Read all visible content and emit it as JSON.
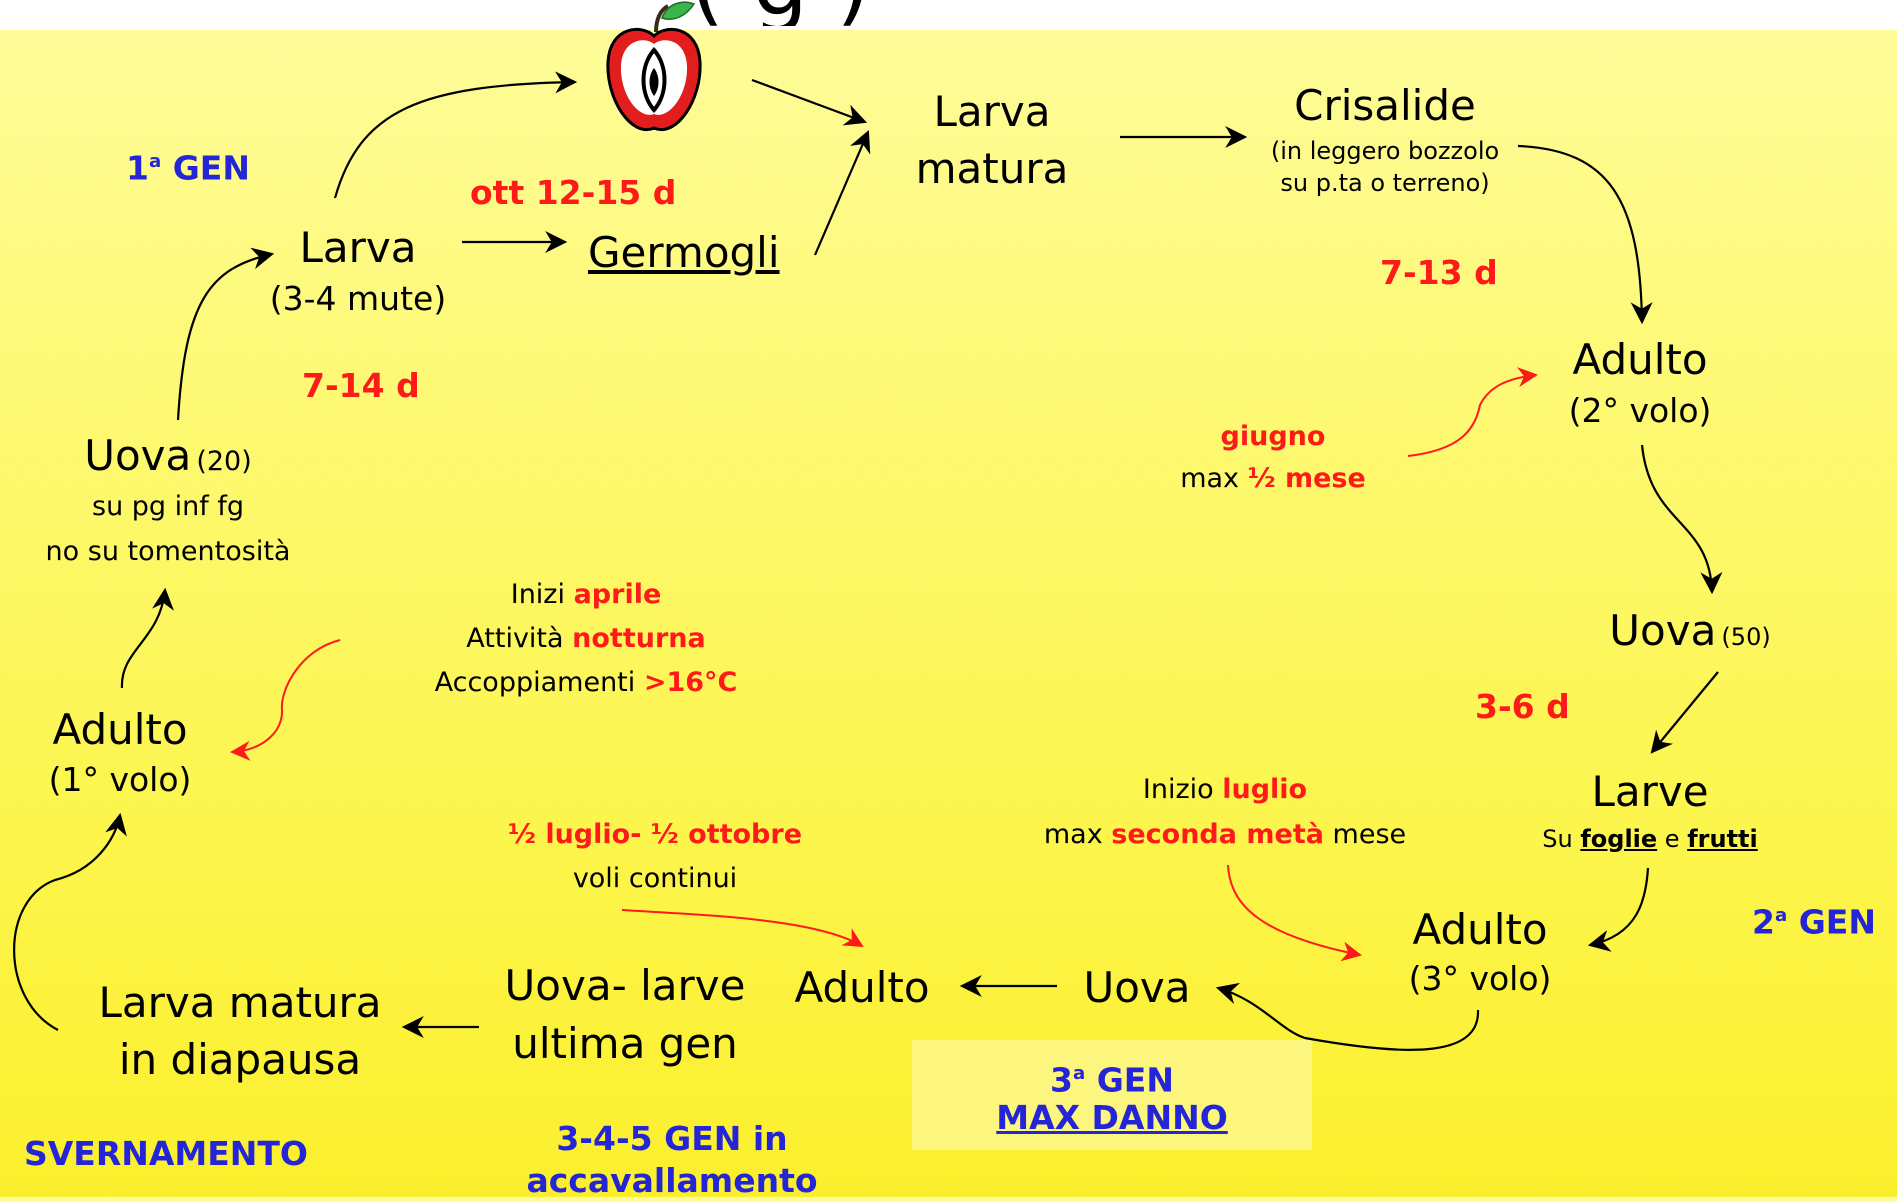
{
  "title_fragment": "( g ) ",
  "gen1": {
    "num": "1",
    "sup": "a",
    "label": " GEN"
  },
  "gen2": {
    "num": "2",
    "sup": "a",
    "label": " GEN"
  },
  "gen3": {
    "num": "3",
    "sup": "a",
    "label": " GEN",
    "line2": "MAX DANNO"
  },
  "gen345": {
    "line1": "3-4-5 GEN in",
    "line2": "accavallamento"
  },
  "svernamento": "SVERNAMENTO",
  "larva": {
    "title": "Larva",
    "sub": "(3-4 mute)"
  },
  "ott": "ott 12-15 d",
  "germogli": "Germogli",
  "larva_matura": {
    "line1": "Larva",
    "line2": "matura"
  },
  "crisalide": {
    "title": "Crisalide",
    "line1": "(in leggero bozzolo",
    "line2": "su p.ta o terreno)"
  },
  "d_7_13": "7-13 d",
  "d_7_14": "7-14 d",
  "d_3_6": "3-6 d",
  "uova1": {
    "title": "Uova",
    "count": "(20)",
    "line1": "su pg inf fg",
    "line2": "no su tomentosità"
  },
  "adulto2": {
    "title": "Adulto",
    "sub": "(2° volo)"
  },
  "giugno": {
    "line1": "giugno",
    "prefix": "max ",
    "half": "½",
    "suffix": " mese"
  },
  "uova2": {
    "title": "Uova",
    "count": "(50)"
  },
  "larve": {
    "title": "Larve",
    "prefix": "Su ",
    "w1": "foglie",
    "mid": " e ",
    "w2": "frutti"
  },
  "inizi": {
    "l1a": "Inizi  ",
    "l1b": "aprile",
    "l2a": "Attività ",
    "l2b": "notturna",
    "l3a": "Accoppiamenti  ",
    "l3b": ">16°C"
  },
  "adulto1": {
    "title": "Adulto",
    "sub": "(1° volo)"
  },
  "luglio": {
    "l1a": "Inizio ",
    "l1b": "luglio",
    "l2a": "max ",
    "l2b": "seconda metà",
    "l2c": " mese"
  },
  "adulto3": {
    "title": "Adulto",
    "sub": "(3° volo)"
  },
  "half_period": {
    "line1": "½ luglio- ½ ottobre",
    "line2": "voli continui"
  },
  "uova3": "Uova",
  "adulto_last": "Adulto",
  "uova_larve": {
    "line1": "Uova- larve",
    "line2": "ultima gen"
  },
  "larva_diapausa": {
    "line1": "Larva matura",
    "line2": "in diapausa"
  },
  "colors": {
    "red": "#ff1a1a",
    "blue": "#2525d8",
    "apple_red": "#e11d1d",
    "leaf": "#3bb54a"
  },
  "icons": [
    "apple-icon"
  ]
}
